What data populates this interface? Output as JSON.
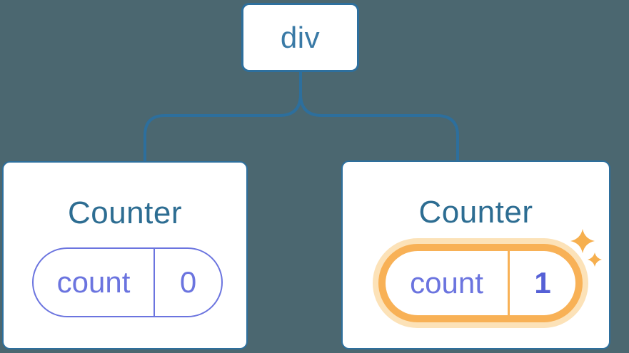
{
  "colors": {
    "background": "#4B6770",
    "connector_blue": "#2D6F9D",
    "node_fill": "#FFFFFF",
    "root_label_blue": "#3A7AA6",
    "title_blue": "#2D6D92",
    "state_purple": "#6B74DF",
    "value_bold_purple": "#5560D6",
    "highlight_orange": "#F8B156",
    "highlight_halo": "#FCE2B8",
    "sparkle_orange": "#F6AF4E"
  },
  "tree": {
    "root": {
      "label": "div"
    },
    "children": [
      {
        "title": "Counter",
        "state": {
          "key": "count",
          "value": "0"
        },
        "highlighted": false
      },
      {
        "title": "Counter",
        "state": {
          "key": "count",
          "value": "1"
        },
        "highlighted": true,
        "icon": "sparkles-icon"
      }
    ]
  }
}
